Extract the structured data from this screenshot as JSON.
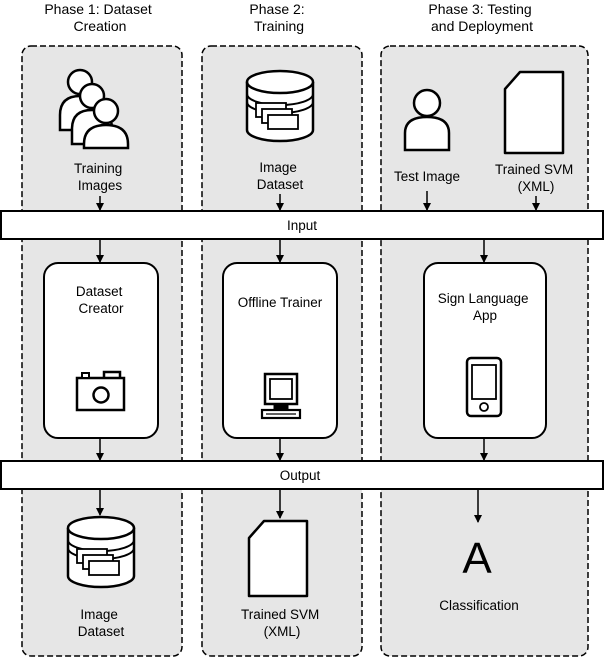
{
  "phases": [
    {
      "title_lines": [
        "Phase 1: Dataset",
        "Creation"
      ]
    },
    {
      "title_lines": [
        "Phase 2:",
        "Training"
      ]
    },
    {
      "title_lines": [
        "Phase 3: Testing",
        "and Deployment"
      ]
    }
  ],
  "bars": {
    "input": "Input",
    "output": "Output"
  },
  "phase1": {
    "input_label": [
      "Training",
      "Images"
    ],
    "process_label": [
      "Dataset",
      "Creator"
    ],
    "output_label": [
      "Image",
      "Dataset"
    ]
  },
  "phase2": {
    "input_label": [
      "Image",
      "Dataset"
    ],
    "process_label": [
      "Offline Trainer"
    ],
    "output_label": [
      "Trained SVM",
      "(XML)"
    ]
  },
  "phase3": {
    "input_label_a": [
      "Test Image"
    ],
    "input_label_b": [
      "Trained SVM",
      "(XML)"
    ],
    "process_label": [
      "Sign Language",
      "App"
    ],
    "output_glyph": "A",
    "output_label": [
      "Classification"
    ]
  },
  "icons": {
    "phase1_input": "people-group-icon",
    "phase1_process": "camera-icon",
    "phase1_output": "database-images-icon",
    "phase2_input": "database-images-icon",
    "phase2_process": "computer-icon",
    "phase2_output": "document-icon",
    "phase3_input_a": "person-icon",
    "phase3_input_b": "document-icon",
    "phase3_process": "smartphone-icon"
  },
  "colors": {
    "panel_fill": "#e6e6e6",
    "stroke": "#000000",
    "box_fill": "#ffffff"
  }
}
